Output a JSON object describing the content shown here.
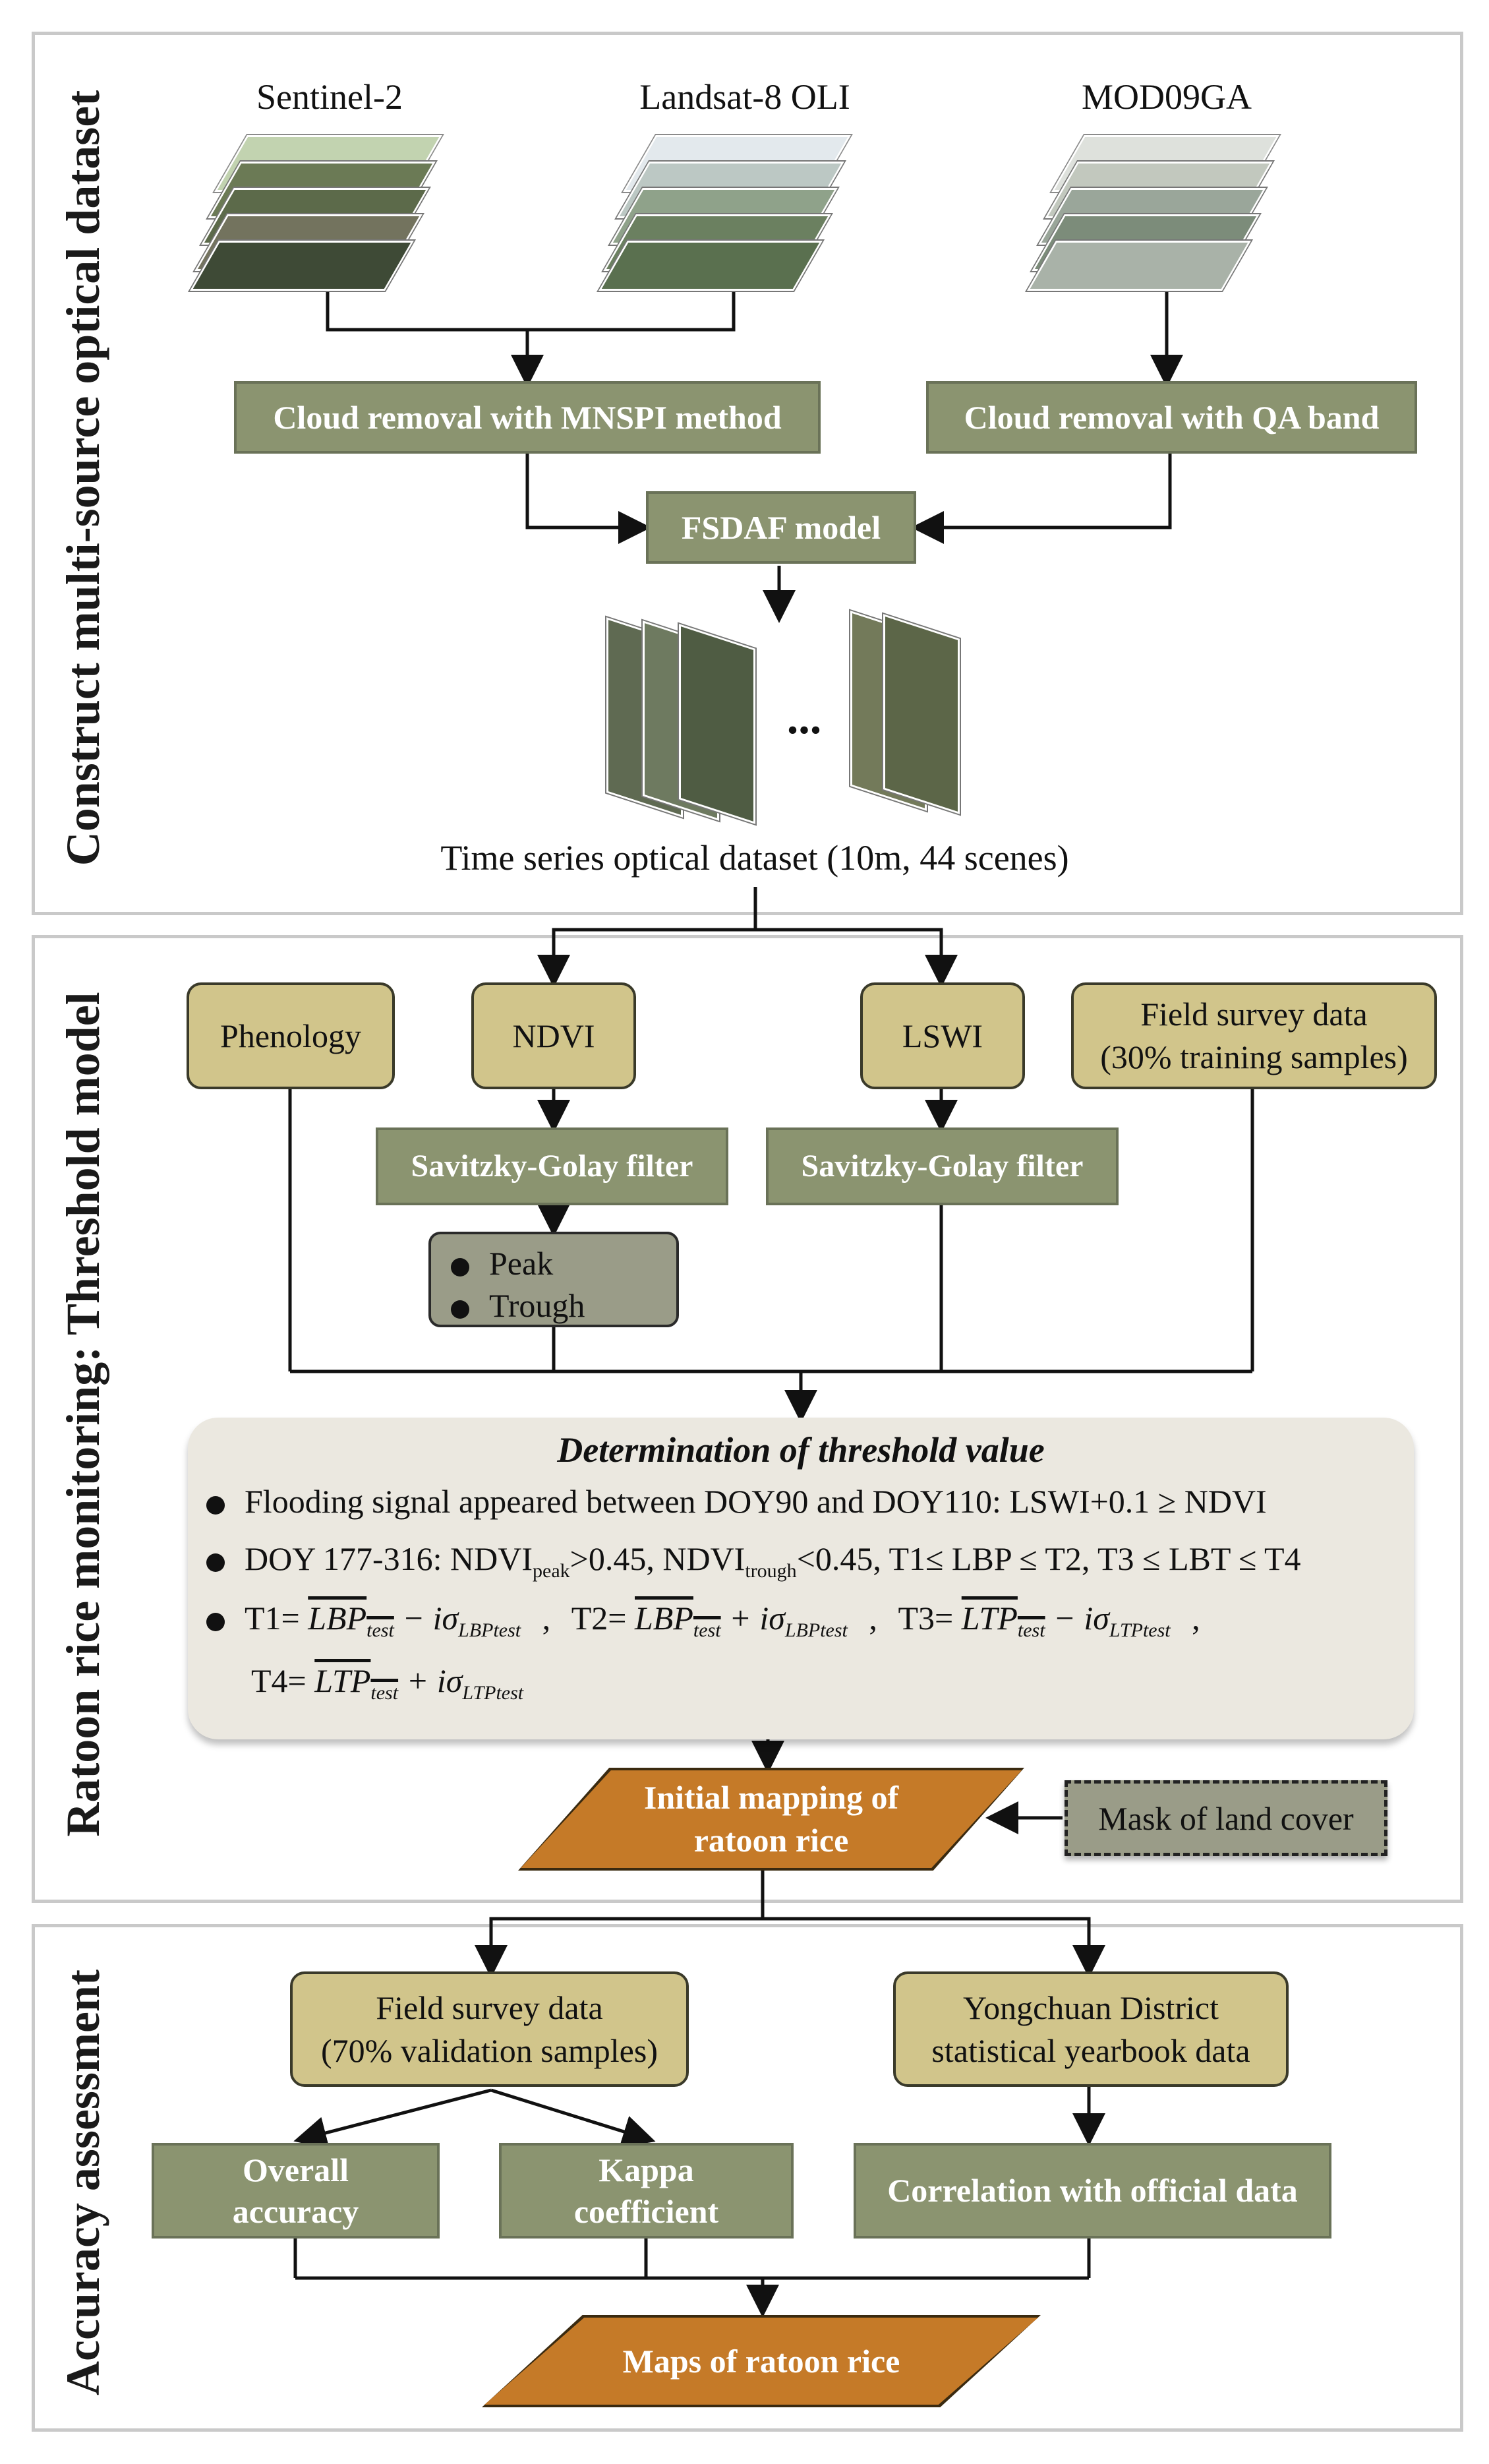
{
  "panels": {
    "p1": {
      "title": "Construct multi-source optical dataset"
    },
    "p2": {
      "title": "Ratoon rice monitoring: Threshold model"
    },
    "p3": {
      "title": "Accuracy assessment"
    }
  },
  "p1": {
    "sources": [
      "Sentinel-2",
      "Landsat-8 OLI",
      "MOD09GA"
    ],
    "cloud_mnspi": "Cloud removal with MNSPI method",
    "cloud_qa": "Cloud removal with QA band",
    "fsdaf": "FSDAF model",
    "ellipsis": "...",
    "dataset_caption": "Time series optical dataset (10m, 44 scenes)"
  },
  "p2": {
    "phenology": "Phenology",
    "ndvi": "NDVI",
    "lswi": "LSWI",
    "field_survey_line1": "Field survey data",
    "field_survey_line2": "(30% training samples)",
    "sg_filter_1": "Savitzky-Golay filter",
    "sg_filter_2": "Savitzky-Golay filter",
    "peak": "Peak",
    "trough": "Trough",
    "threshold_title": "Determination of threshold value",
    "rule1": "Flooding signal appeared between DOY90 and DOY110: LSWI+0.1 ≥ NDVI",
    "rule2_a": "DOY 177-316: NDVI",
    "rule2_sub_peak": "peak",
    "rule2_b": ">0.45, NDVI",
    "rule2_sub_trough": "trough",
    "rule2_c": "<0.45, T1≤ LBP ≤ T2, T3 ≤ LBT ≤ T4",
    "t1": "T1=",
    "t2": "T2=",
    "t3": "T3=",
    "t4": "T4=",
    "lbp": "LBP",
    "ltp": "LTP",
    "test": "test",
    "minus_i_sigma": "− iσ",
    "plus_i_sigma": "+ iσ",
    "comma": ",",
    "initial_mapping_line1": "Initial mapping of",
    "initial_mapping_line2": "ratoon rice",
    "mask": "Mask of land cover"
  },
  "p3": {
    "field_val_line1": "Field survey data",
    "field_val_line2": "(70% validation samples)",
    "yearbook_line1": "Yongchuan District",
    "yearbook_line2": "statistical yearbook data",
    "overall_line1": "Overall",
    "overall_line2": "accuracy",
    "kappa_line1": "Kappa",
    "kappa_line2": "coefficient",
    "correlation": "Correlation with official data",
    "maps": "Maps of ratoon rice"
  },
  "colors": {
    "green_box": "#8b9470",
    "tan_box": "#d1c58b",
    "orange_para": "#c57a28",
    "grey_box": "#9a9c88",
    "panel_border": "#c9c9c9"
  }
}
